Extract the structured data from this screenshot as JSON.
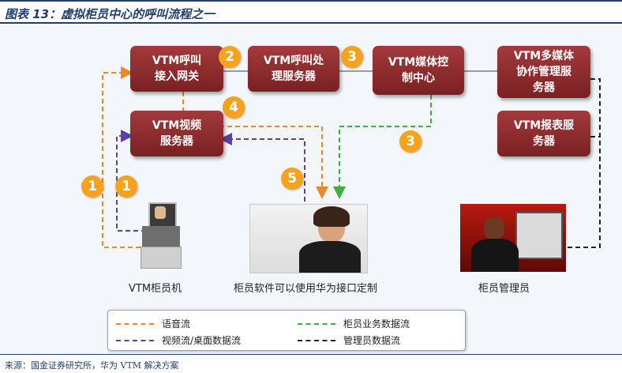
{
  "header": {
    "title": "图表 13：虚拟柜员中心的呼叫流程之一"
  },
  "boxes": {
    "call_gateway": "VTM呼叫\n接入网关",
    "call_server": "VTM呼叫处\n理服务器",
    "media_center": "VTM媒体控\n制中心",
    "collab_server": "VTM多媒体\n协作管理服\n务器",
    "video_server": "VTM视频\n服务器",
    "report_server": "VTM报表服\n务器"
  },
  "badges": {
    "b1a": "1",
    "b1b": "1",
    "b2": "2",
    "b3a": "3",
    "b3b": "3",
    "b4": "4",
    "b5": "5"
  },
  "labels": {
    "vtm_machine": "VTM柜员机",
    "teller_software": "柜员软件可以使用华为接口定制",
    "teller_admin": "柜员管理员"
  },
  "legend": {
    "voice": {
      "text": "语音流",
      "color": "#e8892b"
    },
    "video": {
      "text": "视频流/桌面数据流",
      "color": "#5b3fa8"
    },
    "business": {
      "text": "柜员业务数据流",
      "color": "#3cb043"
    },
    "admin": {
      "text": "管理员数据流",
      "color": "#222222"
    }
  },
  "footer": {
    "text": "来源：国金证券研究所，华为 VTM 解决方案"
  }
}
